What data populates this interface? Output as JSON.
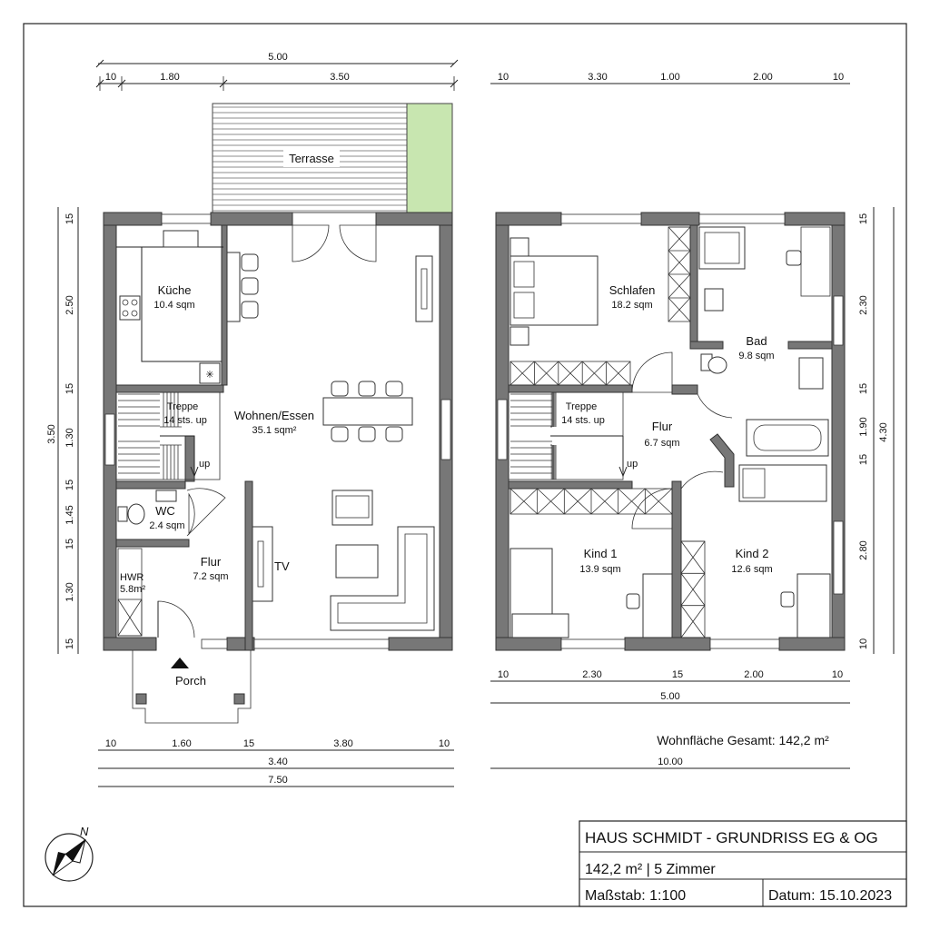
{
  "terrace": "Terrasse",
  "porch": "Porch",
  "ground_floor": {
    "rooms": [
      {
        "name": "Küche",
        "area": "10.4 sqm"
      },
      {
        "name": "Treppe",
        "area": "14 sts. up"
      },
      {
        "name": "Wohnen/Essen",
        "area": "35.1 sqm²"
      },
      {
        "name": "WC",
        "area": "2.4 sqm"
      },
      {
        "name": "Flur",
        "area": "7.2 sqm"
      },
      {
        "name": "HWR",
        "area": "5.8m²"
      }
    ],
    "stair_up": "up",
    "tv": "TV",
    "dims_top": [
      "5.00",
      "10",
      "1.80",
      "3.50"
    ],
    "dims_left": [
      "3.50",
      "15",
      "2.50",
      "15",
      "1.30",
      "15",
      "1.45",
      "15",
      "1.30",
      "15"
    ],
    "dims_bottom": [
      "10",
      "1.60",
      "15",
      "3.80",
      "10",
      "3.40",
      "7.50"
    ]
  },
  "upper_floor": {
    "rooms": [
      {
        "name": "Schlafen",
        "area": "18.2 sqm"
      },
      {
        "name": "Bad",
        "area": "9.8 sqm"
      },
      {
        "name": "Treppe",
        "area": "14 sts. up"
      },
      {
        "name": "Flur",
        "area": "6.7 sqm"
      },
      {
        "name": "Kind 1",
        "area": "13.9 sqm"
      },
      {
        "name": "Kind 2",
        "area": "12.6 sqm"
      }
    ],
    "stair_up": "up",
    "dims_top": [
      "10",
      "3.30",
      "1.00",
      "2.00",
      "10"
    ],
    "dims_right": [
      "4.30",
      "15",
      "2.30",
      "15",
      "1.90",
      "15",
      "2.80",
      "10"
    ],
    "dims_bottom": [
      "10",
      "2.30",
      "15",
      "2.00",
      "10",
      "5.00",
      "10.00"
    ]
  },
  "total_area": "Wohnfläche Gesamt: 142,2 m²",
  "title_block": {
    "title": "HAUS SCHMIDT - GRUNDRISS EG & OG",
    "summary": "142,2 m² | 5 Zimmer",
    "scale": "Maßstab: 1:100",
    "date": "Datum: 15.10.2023"
  },
  "north": "N",
  "colors": {
    "wall": "#777777",
    "lawn": "#c8e6b0"
  }
}
